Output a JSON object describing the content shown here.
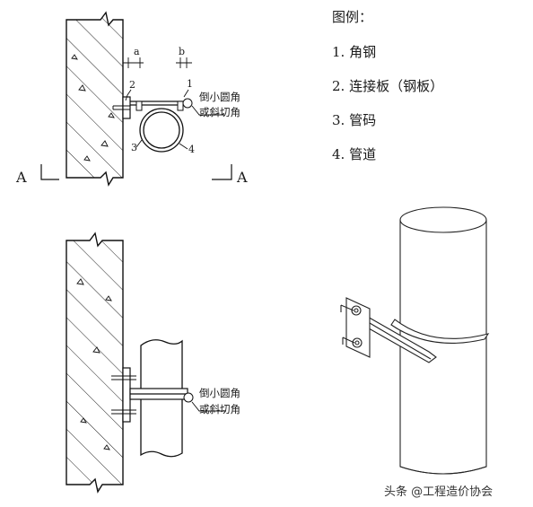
{
  "legend": {
    "title": "图例：",
    "items": [
      "1. 角钢",
      "2. 连接板（钢板）",
      "3. 管码",
      "4. 管道"
    ]
  },
  "top_view": {
    "dim_a": "a",
    "dim_b": "b",
    "callouts": [
      "1",
      "2",
      "3",
      "4"
    ],
    "note_line1": "倒小圆角",
    "note_line2": "或斜切角",
    "section_left": "A",
    "section_right": "A"
  },
  "side_view": {
    "note_line1": "倒小圆角",
    "note_line2": "或斜切角"
  },
  "watermark": "头条 @工程造价协会"
}
